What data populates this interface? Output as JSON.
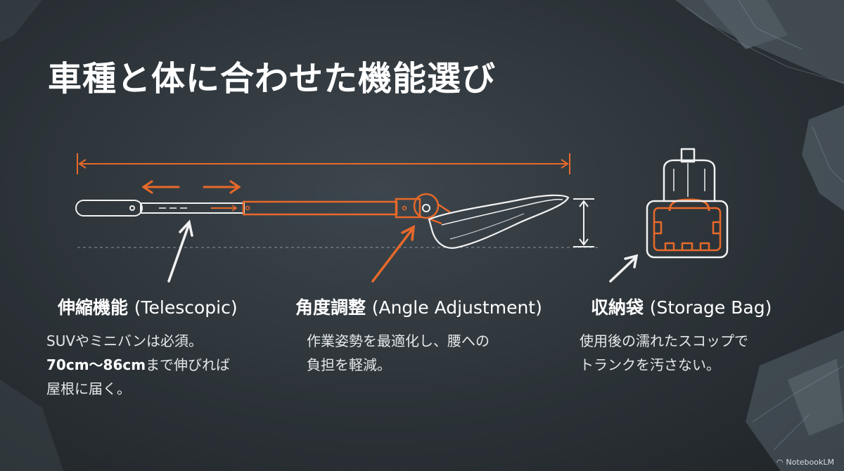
{
  "title": "車種と体に合わせた機能選び",
  "features": [
    {
      "heading_jp": "伸縮機能",
      "heading_en": "(Telescopic)",
      "desc_line1": "SUVやミニバンは必須。",
      "desc_line2_bold": "70cm〜86cm",
      "desc_line2_rest": "まで伸びれば",
      "desc_line3": "屋根に届く。"
    },
    {
      "heading_jp": "角度調整",
      "heading_en": "(Angle Adjustment)",
      "desc_line1": "作業姿勢を最適化し、腰への",
      "desc_line2": "負担を軽減。"
    },
    {
      "heading_jp": "収納袋",
      "heading_en": "(Storage Bag)",
      "desc_line1": "使用後の濡れたスコップで",
      "desc_line2": "トランクを汚さない。"
    }
  ],
  "brand": "NotebookLM",
  "icons": [
    "telescopic-shovel-illustration",
    "double-arrow-icon",
    "dimension-line-icon",
    "storage-bag-icon",
    "pointer-arrow-icon",
    "notebooklm-logo-icon"
  ],
  "colors": {
    "accent": "#e8692a",
    "line": "#f2f2f2",
    "background": "#2c3338"
  }
}
